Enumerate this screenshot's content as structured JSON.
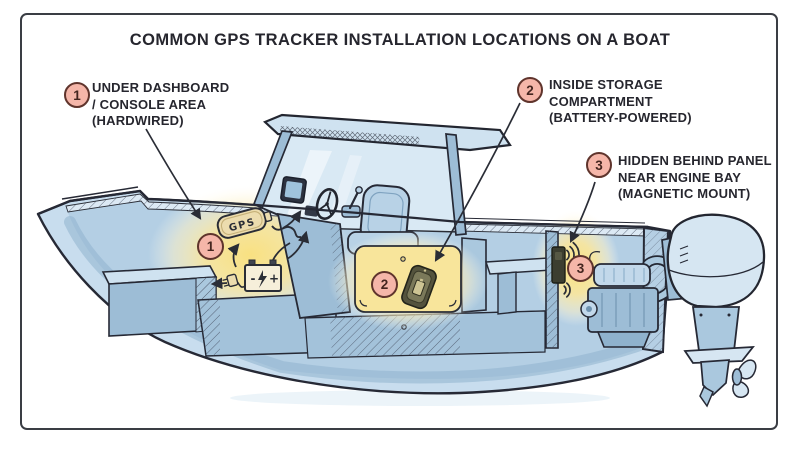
{
  "title": "COMMON GPS TRACKER INSTALLATION LOCATIONS ON A BOAT",
  "annotations": [
    {
      "number": "1",
      "lines": [
        "UNDER DASHBOARD",
        "/ CONSOLE AREA",
        "(HARDWIRED)"
      ]
    },
    {
      "number": "2",
      "lines": [
        "INSIDE STORAGE",
        "COMPARTMENT",
        "(BATTERY-POWERED)"
      ]
    },
    {
      "number": "3",
      "lines": [
        "HIDDEN BEHIND PANEL",
        "NEAR ENGINE BAY",
        "(MAGNETIC MOUNT)"
      ]
    }
  ],
  "boat_markers": [
    "1",
    "2",
    "3"
  ],
  "illustration": {
    "gps_device_label": "GPS",
    "battery_minus_label": "-",
    "battery_plus_label": "+"
  },
  "colors": {
    "marker_fill": "#f5b6a9",
    "marker_border": "#5f342c",
    "ink": "#2a2d36",
    "highlight_glow": "#fae593",
    "hull_light": "#cfe2f0",
    "hull_mid": "#a9c7dd",
    "hull_dark": "#8fb2cd",
    "background": "#ffffff"
  }
}
